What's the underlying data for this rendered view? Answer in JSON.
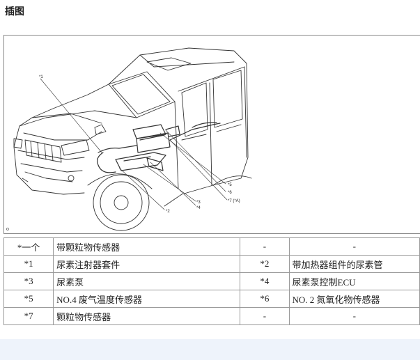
{
  "section": {
    "heading": "插图"
  },
  "figure": {
    "tag": "o",
    "callouts": [
      "*1",
      "*2",
      "*3",
      "*4",
      "*5",
      "*6",
      "*7 (*A)"
    ]
  },
  "legend": {
    "rows": [
      {
        "code": "*一个",
        "label": "带颗粒物传感器",
        "code2": "-",
        "label2": "-"
      },
      {
        "code": "*1",
        "label": "尿素注射器套件",
        "code2": "*2",
        "label2": "带加热器组件的尿素管"
      },
      {
        "code": "*3",
        "label": "尿素泵",
        "code2": "*4",
        "label2": "尿素泵控制ECU"
      },
      {
        "code": "*5",
        "label": "NO.4 废气温度传感器",
        "code2": "*6",
        "label2": "NO. 2 氮氧化物传感器"
      },
      {
        "code": "*7",
        "label": "颗粒物传感器",
        "code2": "-",
        "label2": "-"
      }
    ]
  }
}
